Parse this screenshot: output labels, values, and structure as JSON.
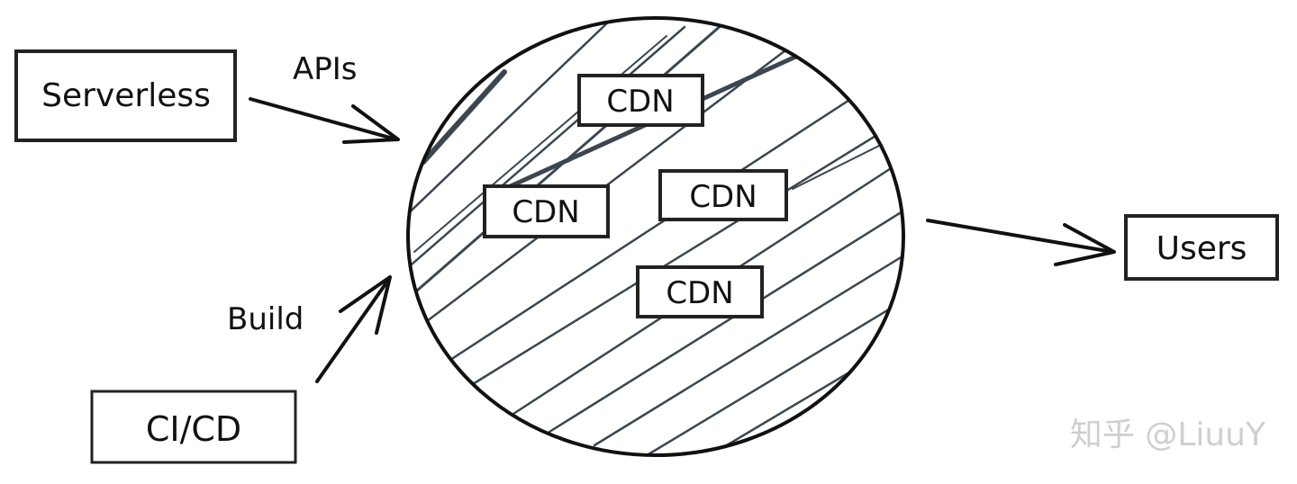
{
  "nodes": {
    "serverless": "Serverless",
    "cicd": "CI/CD",
    "users": "Users",
    "cdn_top": "CDN",
    "cdn_left": "CDN",
    "cdn_right": "CDN",
    "cdn_bottom": "CDN"
  },
  "edges": {
    "apis": "APIs",
    "build": "Build"
  },
  "watermark": "知乎 @LiuuY"
}
